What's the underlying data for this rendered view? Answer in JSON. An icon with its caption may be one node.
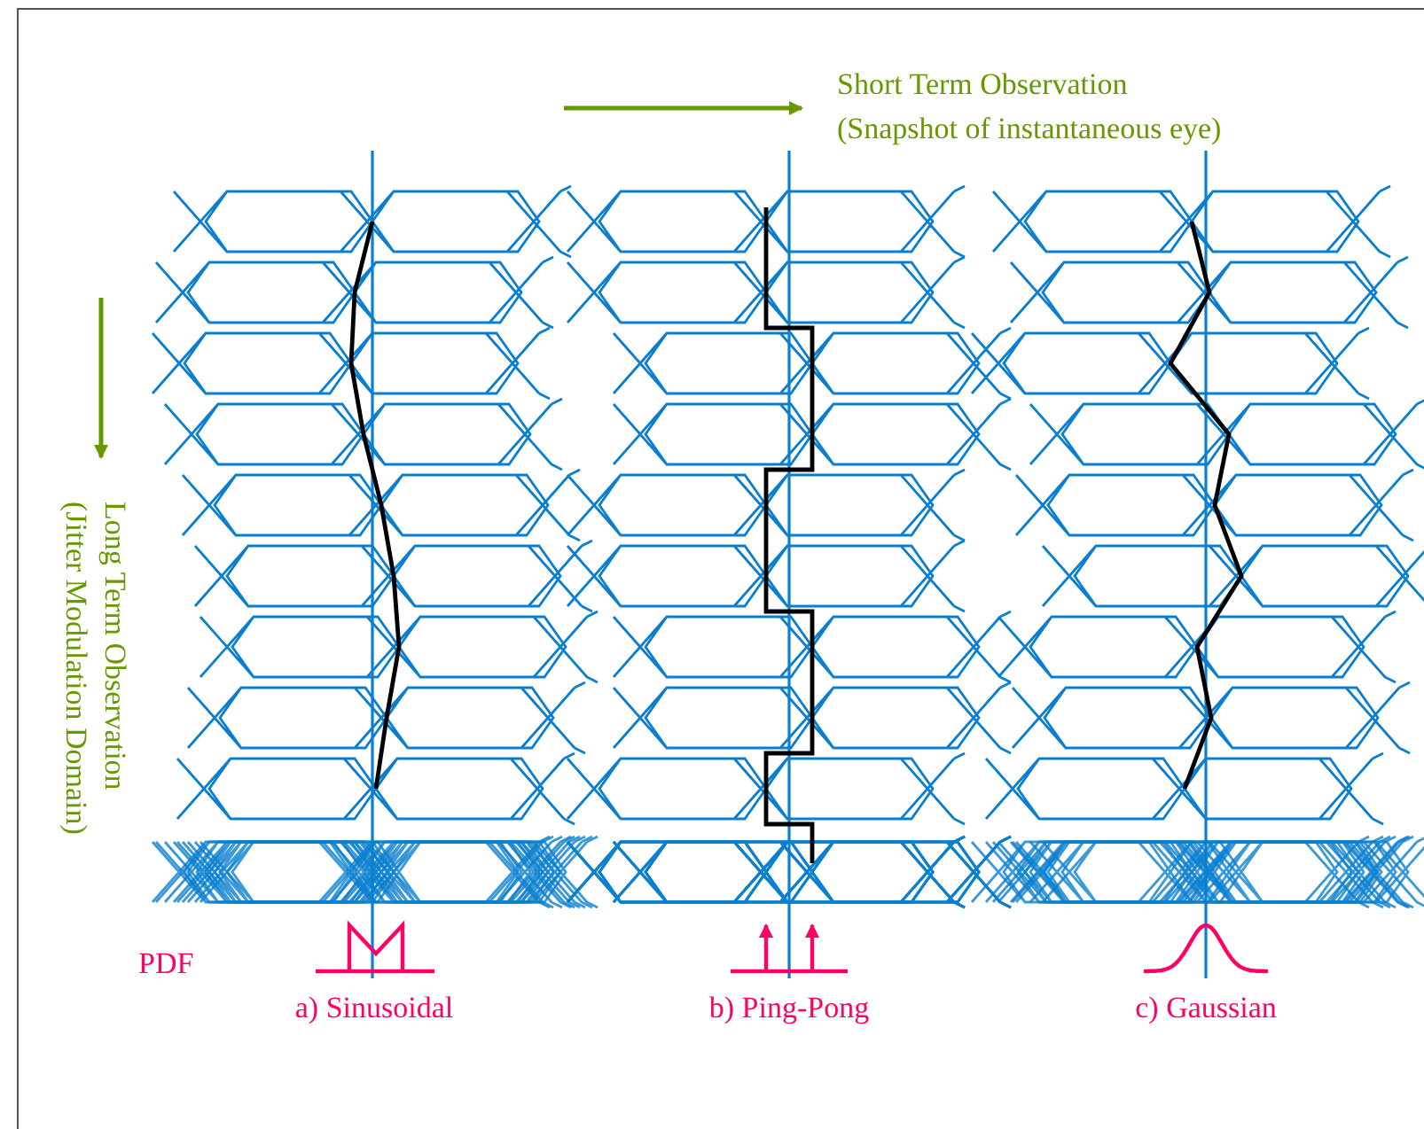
{
  "diagram": {
    "labels": [
      "Short Term Observation",
      "(Snapshot of instantaneous eye)",
      "Long Term Observation",
      "(Jitter Modulation Domain)",
      "PDF",
      "a) Sinusoidal",
      "b) Ping-Pong",
      "c) Gaussian"
    ]
  }
}
